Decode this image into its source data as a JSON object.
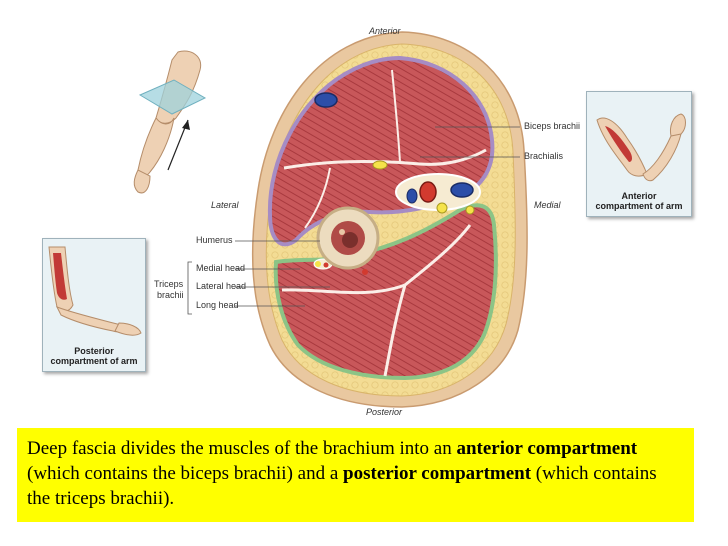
{
  "diagram": {
    "orientation": {
      "anterior": "Anterior",
      "posterior": "Posterior",
      "lateral": "Lateral",
      "medial": "Medial"
    },
    "labels": {
      "biceps": "Biceps brachii",
      "brachialis": "Brachialis",
      "humerus": "Humerus",
      "medial_head": "Medial head",
      "lateral_head": "Lateral head",
      "long_head": "Long head",
      "triceps_line1": "Triceps",
      "triceps_line2": "brachii"
    },
    "insets": {
      "anterior_line1": "Anterior",
      "anterior_line2": "compartment of arm",
      "posterior_line1": "Posterior",
      "posterior_line2": "compartment of arm"
    },
    "colors": {
      "muscle": "#c8575a",
      "fat": "#f3dc94",
      "skin": "#e9c8a0",
      "fascia_anterior": "#a68cc4",
      "fascia_posterior": "#8cc486",
      "caption_bg": "#ffff00"
    }
  },
  "caption": {
    "part1": "Deep fascia divides the muscles of the brachium into an ",
    "bold1": "anterior compartment",
    "part2": " (which contains the biceps brachii) and a ",
    "bold2": "posterior compartment",
    "part3": " (which contains the triceps brachii)."
  }
}
